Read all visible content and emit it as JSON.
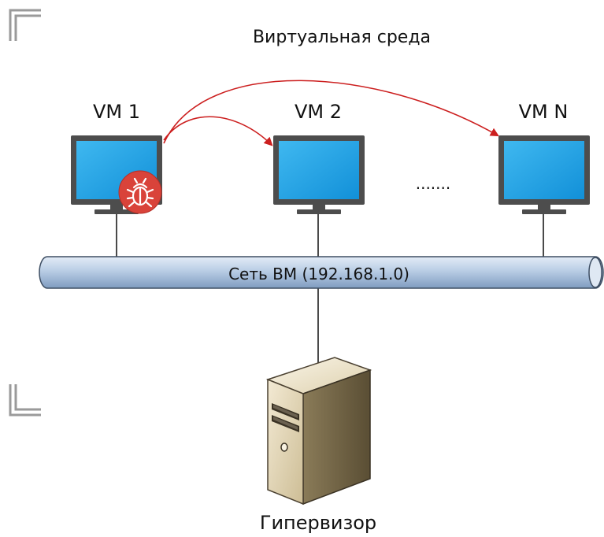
{
  "diagram": {
    "title": "Виртуальная среда",
    "network_label": "Сеть ВМ (192.168.1.0)",
    "ellipsis": ".......",
    "hypervisor_label": "Гипервизор",
    "vms": [
      {
        "label": "VM 1",
        "infected": true
      },
      {
        "label": "VM 2",
        "infected": false
      },
      {
        "label": "VM N",
        "infected": false
      }
    ],
    "icons": {
      "monitor": "monitor-icon",
      "malware": "bug-icon",
      "server": "server-tower-icon",
      "corner_marks": "frame-corner-icon"
    },
    "colors": {
      "screen": "#1aa3e6",
      "bezel": "#4d4d4d",
      "network_pipe": "#b8cde6",
      "infection_arrow": "#cc1f1f",
      "malware_badge": "#d9433a",
      "server_body": "#e8dcc0"
    }
  }
}
